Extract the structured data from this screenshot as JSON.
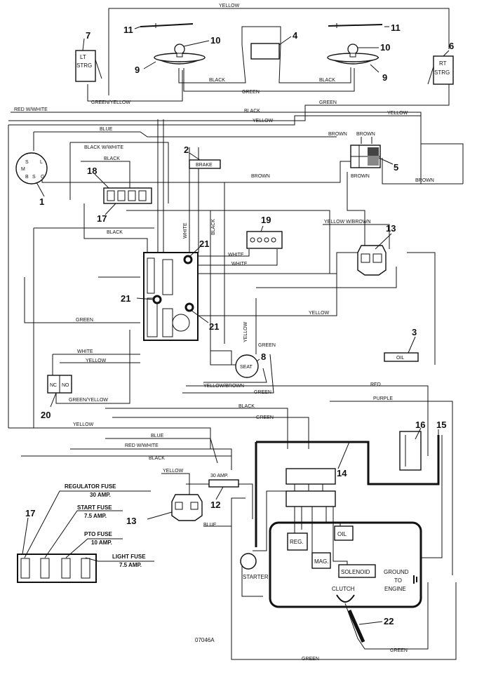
{
  "callouts": {
    "n1": "1",
    "n2": "2",
    "n3": "3",
    "n4": "4",
    "n5": "5",
    "n6": "6",
    "n7": "7",
    "n8": "8",
    "n9a": "9",
    "n9b": "9",
    "n10a": "10",
    "n10b": "10",
    "n11a": "11",
    "n11b": "11",
    "n12": "12",
    "n13a": "13",
    "n13b": "13",
    "n14": "14",
    "n15": "15",
    "n16": "16",
    "n17a": "17",
    "n17b": "17",
    "n18": "18",
    "n19": "19",
    "n21a": "21",
    "n21b": "21",
    "n21c": "21",
    "n20": "20",
    "n22": "22"
  },
  "wire_labels": {
    "yellow_top": "YELLOW",
    "green_yellow_top": "GREEN/YELLOW",
    "black_left_lamp": "BLACK",
    "black_right_lamp": "BLACK",
    "green_lamps": "GREEN",
    "red_white_top": "RED W/WHITE",
    "black_upper": "BLACK",
    "green_upper_right": "GREEN",
    "yellow_upper": "YELLOW",
    "yellow_right": "YELLOW",
    "blue_upper": "BLUE",
    "black_white": "BLACK W/WHITE",
    "black_mid": "BLACK",
    "brown_a": "BROWN",
    "brown_b": "BROWN",
    "brown_c": "BROWN",
    "brown_mid": "BROWN",
    "brown_right": "BROWN",
    "white_vert": "WHITE",
    "black_vert": "BLACK",
    "black_lower_left": "BLACK",
    "yellow_w_brown": "YELLOW W/BROWN",
    "white_a": "WHITE",
    "white_b": "WHITE",
    "green_left": "GREEN",
    "yellow_mid": "YELLOW",
    "yellow_vert_seat": "YELLOW",
    "green_seat": "GREEN",
    "white_left": "WHITE",
    "yellow_left": "YELLOW",
    "yellow_brown": "YELLOW/BROWN",
    "green_seat_b": "GREEN",
    "red_right": "RED",
    "purple": "PURPLE",
    "green_yellow_left": "GREEN/YELLOW",
    "black_low": "BLACK",
    "green_low": "GREEN",
    "yellow_low": "YELLOW",
    "blue_low": "BLUE",
    "red_white_low": "RED W/WHITE",
    "black_lower": "BLACK",
    "yellow_fuse": "YELLOW",
    "blue_fuse": "BLUE",
    "green_bottom_a": "GREEN",
    "green_bottom_b": "GREEN"
  },
  "components": {
    "lt_strg_1": "LT",
    "lt_strg_2": "STRG",
    "rt_strg_1": "RT",
    "rt_strg_2": "STRG",
    "brake": "BRAKE",
    "oil_sensor": "OIL",
    "seat": "SEAT",
    "nc": "NC",
    "no": "NO",
    "fuse_30": "30 AMP.",
    "starter": "STARTER",
    "reg": "REG.",
    "mag": "MAG.",
    "oil_engine": "OIL",
    "solenoid": "SOLENOID",
    "clutch": "CLUTCH",
    "ground_1": "GROUND",
    "ground_2": "TO",
    "ground_3": "ENGINE",
    "ign_s": "S",
    "ign_l": "L",
    "ign_m": "M",
    "ign_b": "B",
    "ign_s2": "S",
    "ign_g": "G",
    "diagram_code": "07046A"
  },
  "fuse_legend": {
    "regulator": "REGULATOR FUSE",
    "regulator_amp": "30 AMP.",
    "start": "START FUSE",
    "start_amp": "7.5 AMP.",
    "pto": "PTO FUSE",
    "pto_amp": "10 AMP.",
    "light": "LIGHT FUSE",
    "light_amp": "7.5 AMP."
  }
}
